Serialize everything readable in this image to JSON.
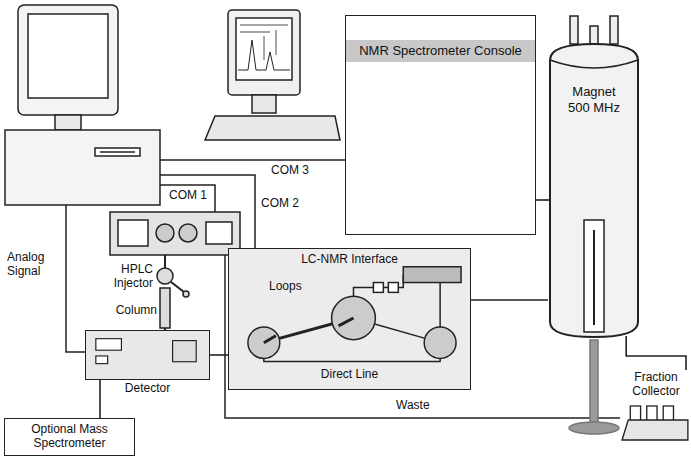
{
  "diagram": {
    "nodes": [
      {
        "text": [
          "NMR Spectrometer Console"
        ]
      },
      {
        "text": [
          "Magnet 500 MHz"
        ]
      },
      {
        "text": [
          "LC-NMR Interface",
          "Loops",
          "Direct Line"
        ]
      },
      {
        "text": [
          "Detector"
        ]
      },
      {
        "text": [
          "Optional Mass Spectrometer"
        ]
      },
      {
        "text": [
          "Fraction Collector"
        ]
      }
    ],
    "edges": [
      {
        "from": 3,
        "to": 2,
        "arrow": "none"
      },
      {
        "from": 2,
        "to": 1,
        "arrow": "none"
      },
      {
        "from": 1,
        "to": 5,
        "arrow": "none"
      },
      {
        "from": 3,
        "to": 4,
        "arrow": "none"
      },
      {
        "from": 0,
        "to": 1,
        "arrow": "none"
      }
    ],
    "labels": [
      "COM 1",
      "COM 2",
      "COM 3",
      "Analog Signal",
      "HPLC Injector",
      "Column",
      "Waste"
    ]
  }
}
